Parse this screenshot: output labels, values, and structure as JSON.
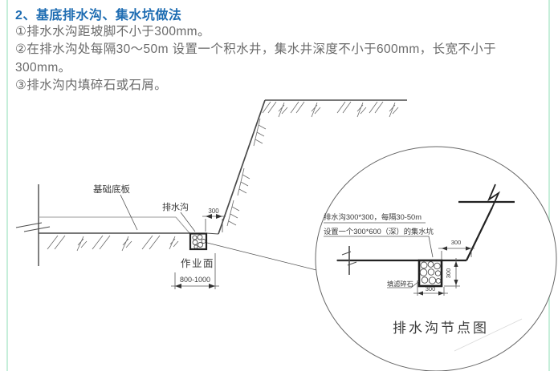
{
  "colors": {
    "title_blue": "#1d6cb2",
    "body_gray": "#6a6a6a",
    "border_mint": "#c6eeda"
  },
  "document": {
    "heading": "2、基底排水沟、集水坑做法",
    "lines": [
      "①排水水沟距坡脚不小于300mm。",
      "②在排水沟处每隔30～50m 设置一个积水井，集水井深度不小于600mm，长宽不小于",
      "300mm。",
      "③排水沟内填碎石或石屑。"
    ]
  },
  "diagram": {
    "main": {
      "slab_label": "基础底板",
      "ditch_label": "排水沟",
      "toe_dim": "300",
      "work_surface_label": "作业面",
      "trench_width_dim": "800-1000"
    },
    "detail": {
      "note_line1": "排水沟300*300，每隔30-50m",
      "note_line2": "设置一个300*600（深）的集水坑",
      "top_dim": "300",
      "depth_dim": "300",
      "bottom_dim": "300",
      "gravel_label": "填滤碎石",
      "caption": "排水沟节点图"
    }
  }
}
